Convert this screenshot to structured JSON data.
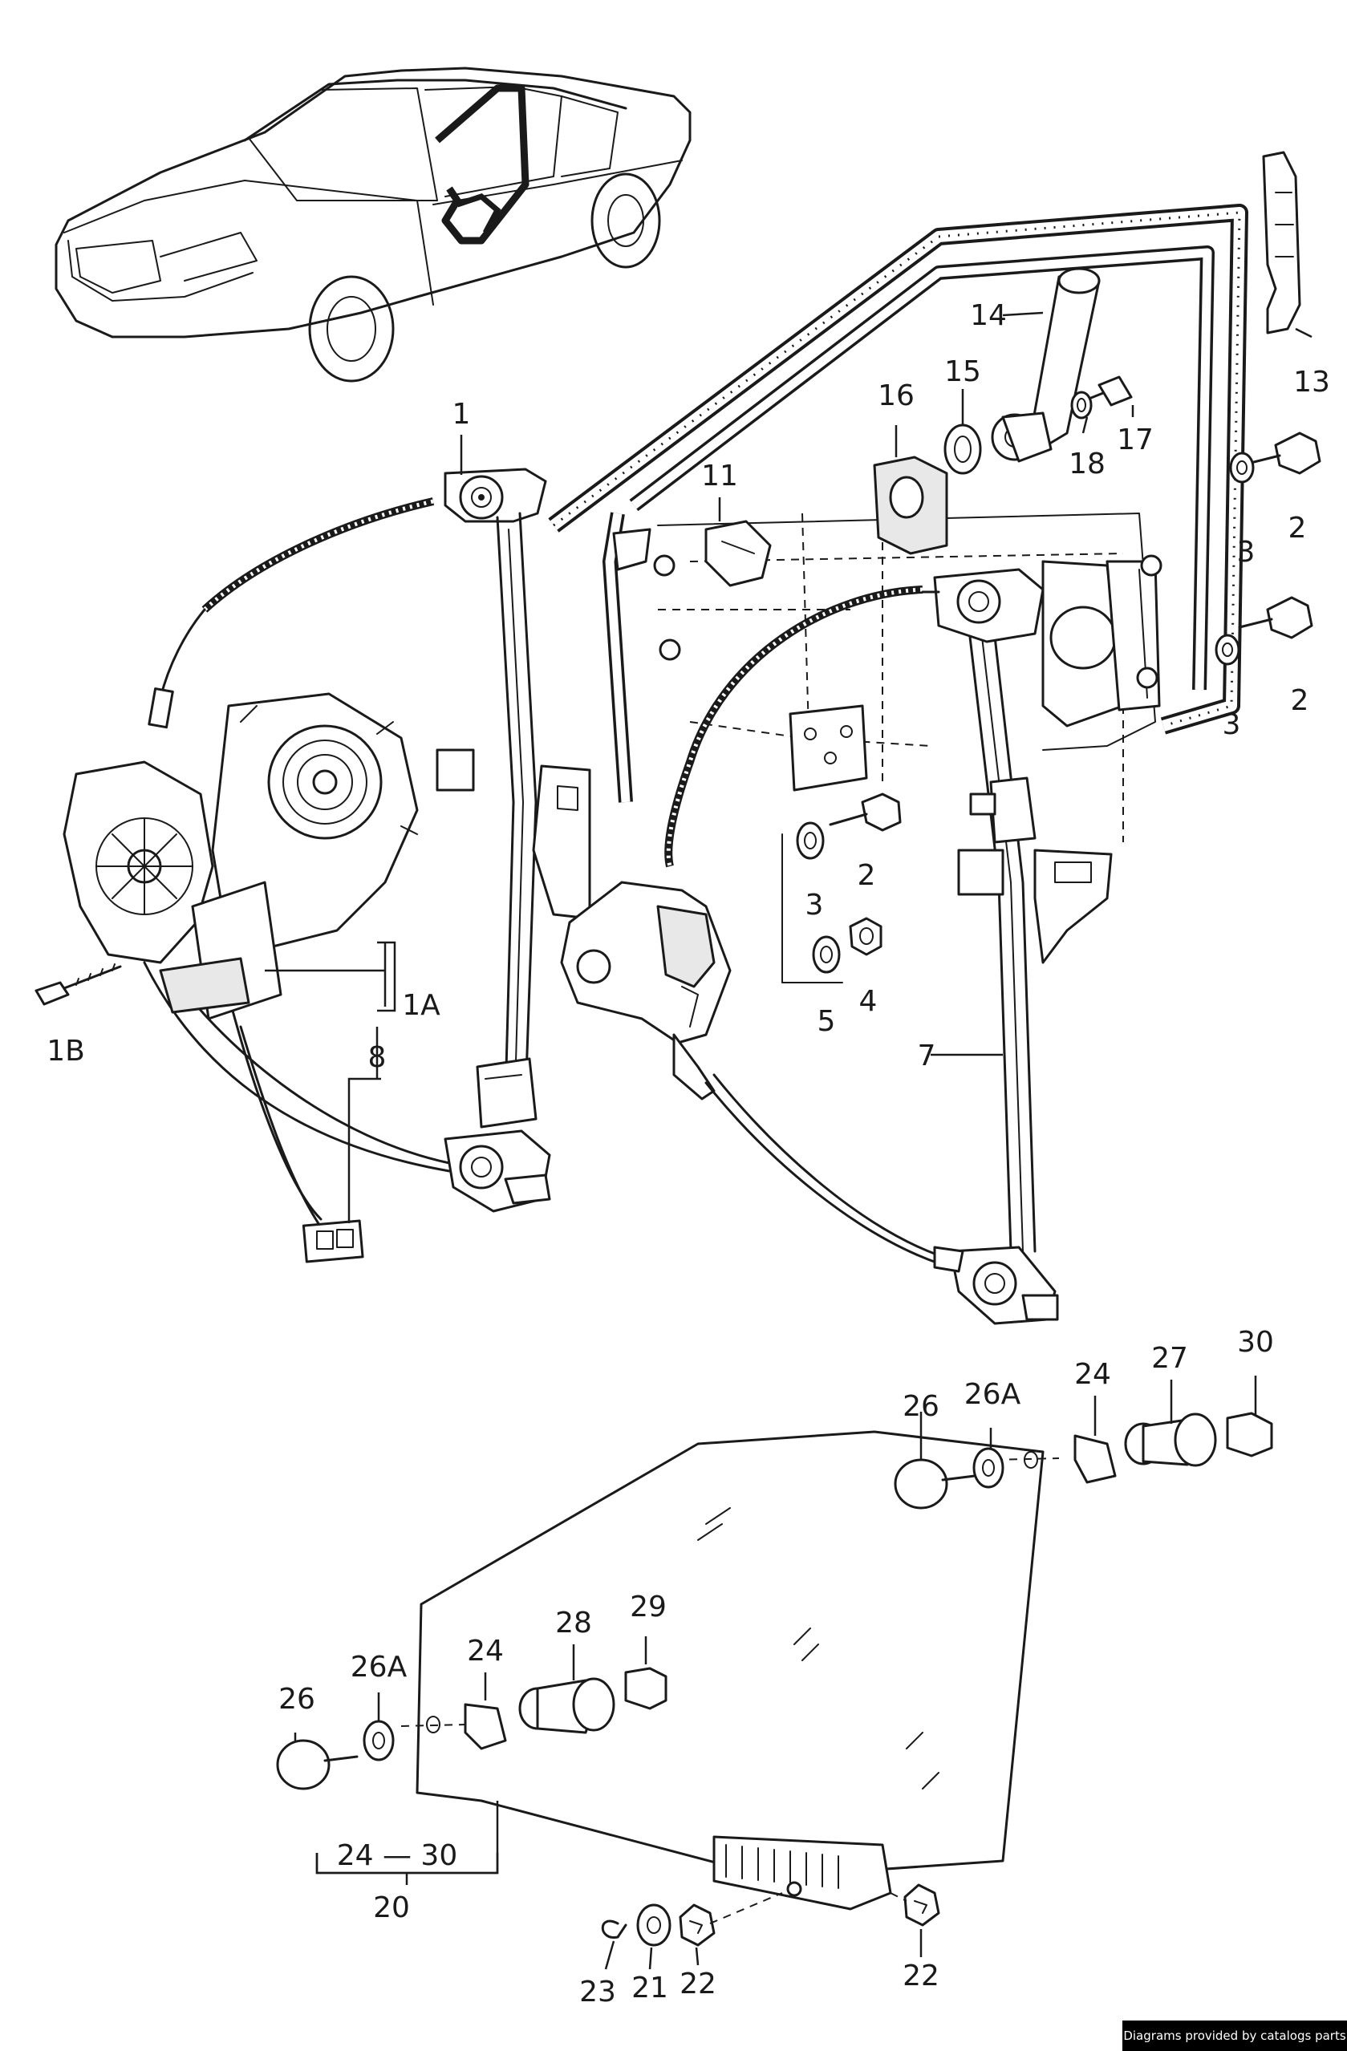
{
  "diagram": {
    "callouts": {
      "c1": "1",
      "c1A": "1A",
      "c1B": "1B",
      "c2a": "2",
      "c2b": "2",
      "c2c": "2",
      "c3a": "3",
      "c3b": "3",
      "c3c": "3",
      "c4": "4",
      "c5": "5",
      "c7": "7",
      "c8": "8",
      "c11": "11",
      "c13": "13",
      "c14": "14",
      "c15": "15",
      "c16": "16",
      "c17": "17",
      "c18": "18",
      "c26a": "26",
      "c26Aa": "26A",
      "c24a": "24",
      "c27": "27",
      "c30": "30",
      "c26b": "26",
      "c26Ab": "26A",
      "c24b": "24",
      "c28": "28",
      "c29": "29",
      "c2430": "24 — 30",
      "c20": "20",
      "c23": "23",
      "c21": "21",
      "c22a": "22",
      "c22b": "22"
    }
  },
  "footer": {
    "credit": "Diagrams provided by catalogs parts"
  }
}
